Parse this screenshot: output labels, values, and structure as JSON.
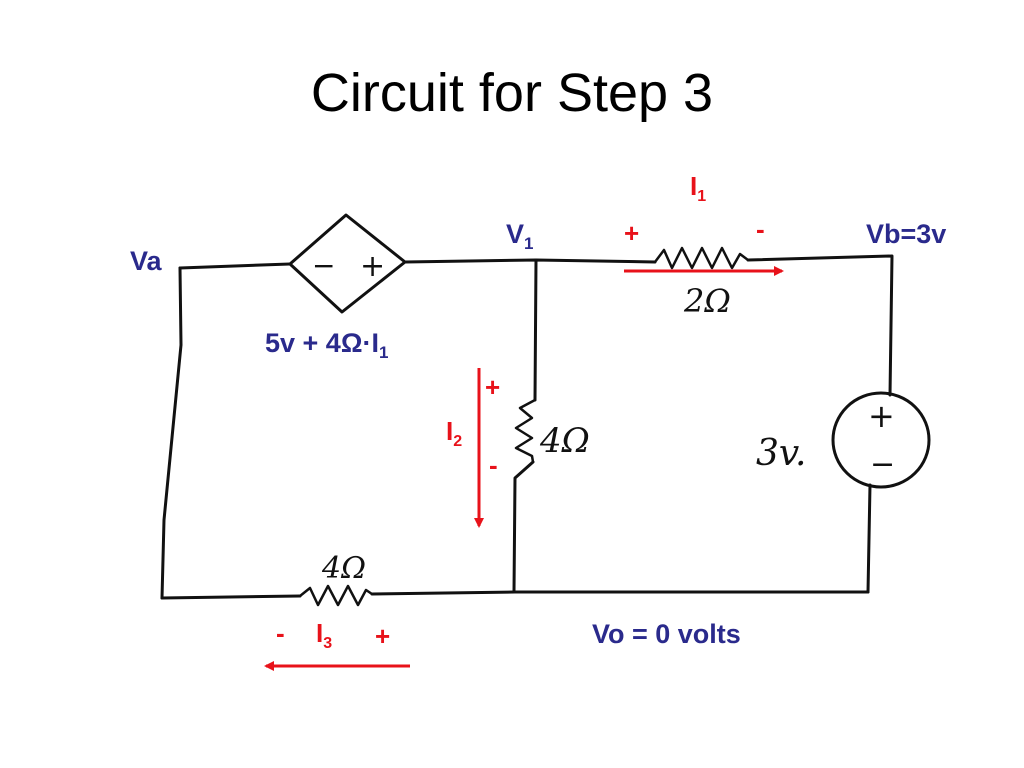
{
  "title": "Circuit for Step 3",
  "colors": {
    "label": "#2a2a8c",
    "current": "#e8121a",
    "wire": "#111111"
  },
  "nodes": {
    "va": "Va",
    "v1": {
      "base": "V",
      "sub": "1"
    },
    "vb": "Vb=3v",
    "vo": "Vo = 0 volts"
  },
  "dependent_source": {
    "icon": "diamond-dependent-voltage-source-icon",
    "minus": "−",
    "plus": "+",
    "label_main": "5v + 4Ω·I",
    "label_sub": "1"
  },
  "resistors": {
    "r_top": "2Ω",
    "r_mid": "4Ω",
    "r_bottom": "4Ω"
  },
  "voltage_source": {
    "icon": "independent-voltage-source-icon",
    "value": "3v.",
    "plus": "+",
    "minus": "−"
  },
  "currents": {
    "i1": {
      "base": "I",
      "sub": "1",
      "plus": "+",
      "minus": "-"
    },
    "i2": {
      "base": "I",
      "sub": "2",
      "plus": "+",
      "minus": "-"
    },
    "i3": {
      "base": "I",
      "sub": "3",
      "plus": "+",
      "minus": "-"
    }
  }
}
